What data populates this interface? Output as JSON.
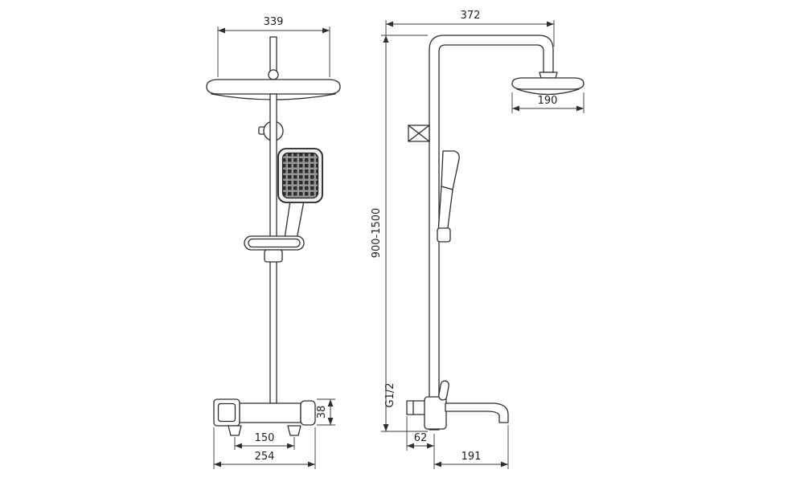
{
  "drawing": {
    "background": "#ffffff",
    "line_color": "#2e2e2e",
    "front_view": {
      "dim_head_width": "339",
      "dim_valve_height": "38",
      "dim_inlet_spacing": "150",
      "dim_valve_width": "254"
    },
    "side_view": {
      "dim_arm_reach": "372",
      "dim_head_diameter": "190",
      "dim_column_height": "900-1500",
      "label_thread": "G1/2",
      "dim_wall_offset": "62",
      "dim_spout_reach": "191"
    }
  }
}
